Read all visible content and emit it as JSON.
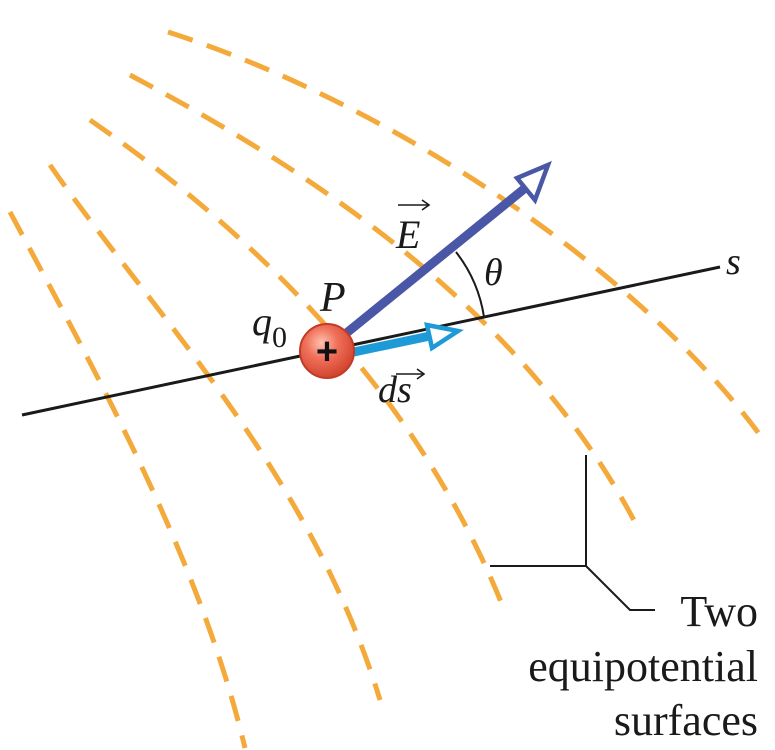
{
  "labels": {
    "field": "E",
    "angle": "θ",
    "axis": "s",
    "point": "P",
    "charge_symbol": "q",
    "charge_subscript": "0",
    "charge_sign": "+",
    "displacement": "ds"
  },
  "callout": {
    "line1": "Two",
    "line2": "equipotential",
    "line3": "surfaces"
  },
  "colors": {
    "equipotential": "#F4A93B",
    "field_arrow": "#4A57A6",
    "displacement_arrow": "#1E9AD6",
    "axis_line": "#1a1a1a",
    "charge_fill": "#E0533F"
  }
}
